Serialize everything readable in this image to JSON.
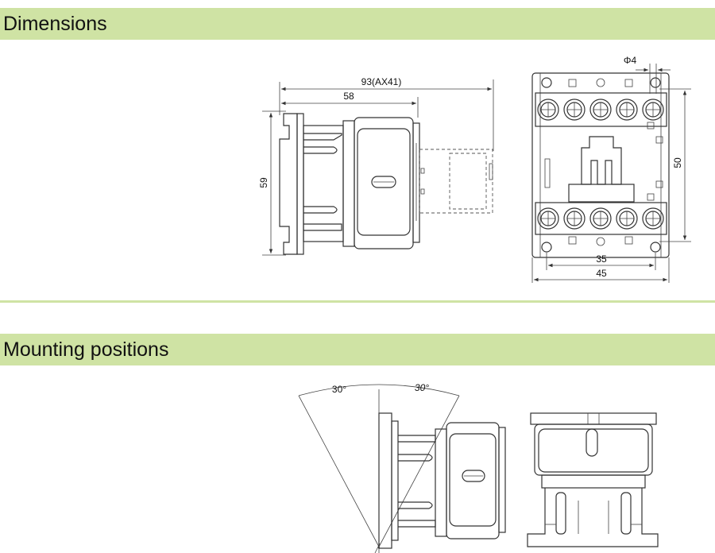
{
  "sections": {
    "dimensions": {
      "title": "Dimensions"
    },
    "mounting": {
      "title": "Mounting positions"
    }
  },
  "dimensions_drawing": {
    "side_view": {
      "overall_length": "93(AX41)",
      "body_length": "58",
      "height": "59"
    },
    "front_view": {
      "hole_diameter": "Φ4",
      "mounting_hole_vertical": "50",
      "mounting_hole_horizontal": "35",
      "overall_width": "45"
    }
  },
  "mounting_drawing": {
    "tilt_left": "30°",
    "tilt_right": "30°"
  },
  "colors": {
    "header_band": "#cfe3a4",
    "ink": "#333333"
  }
}
